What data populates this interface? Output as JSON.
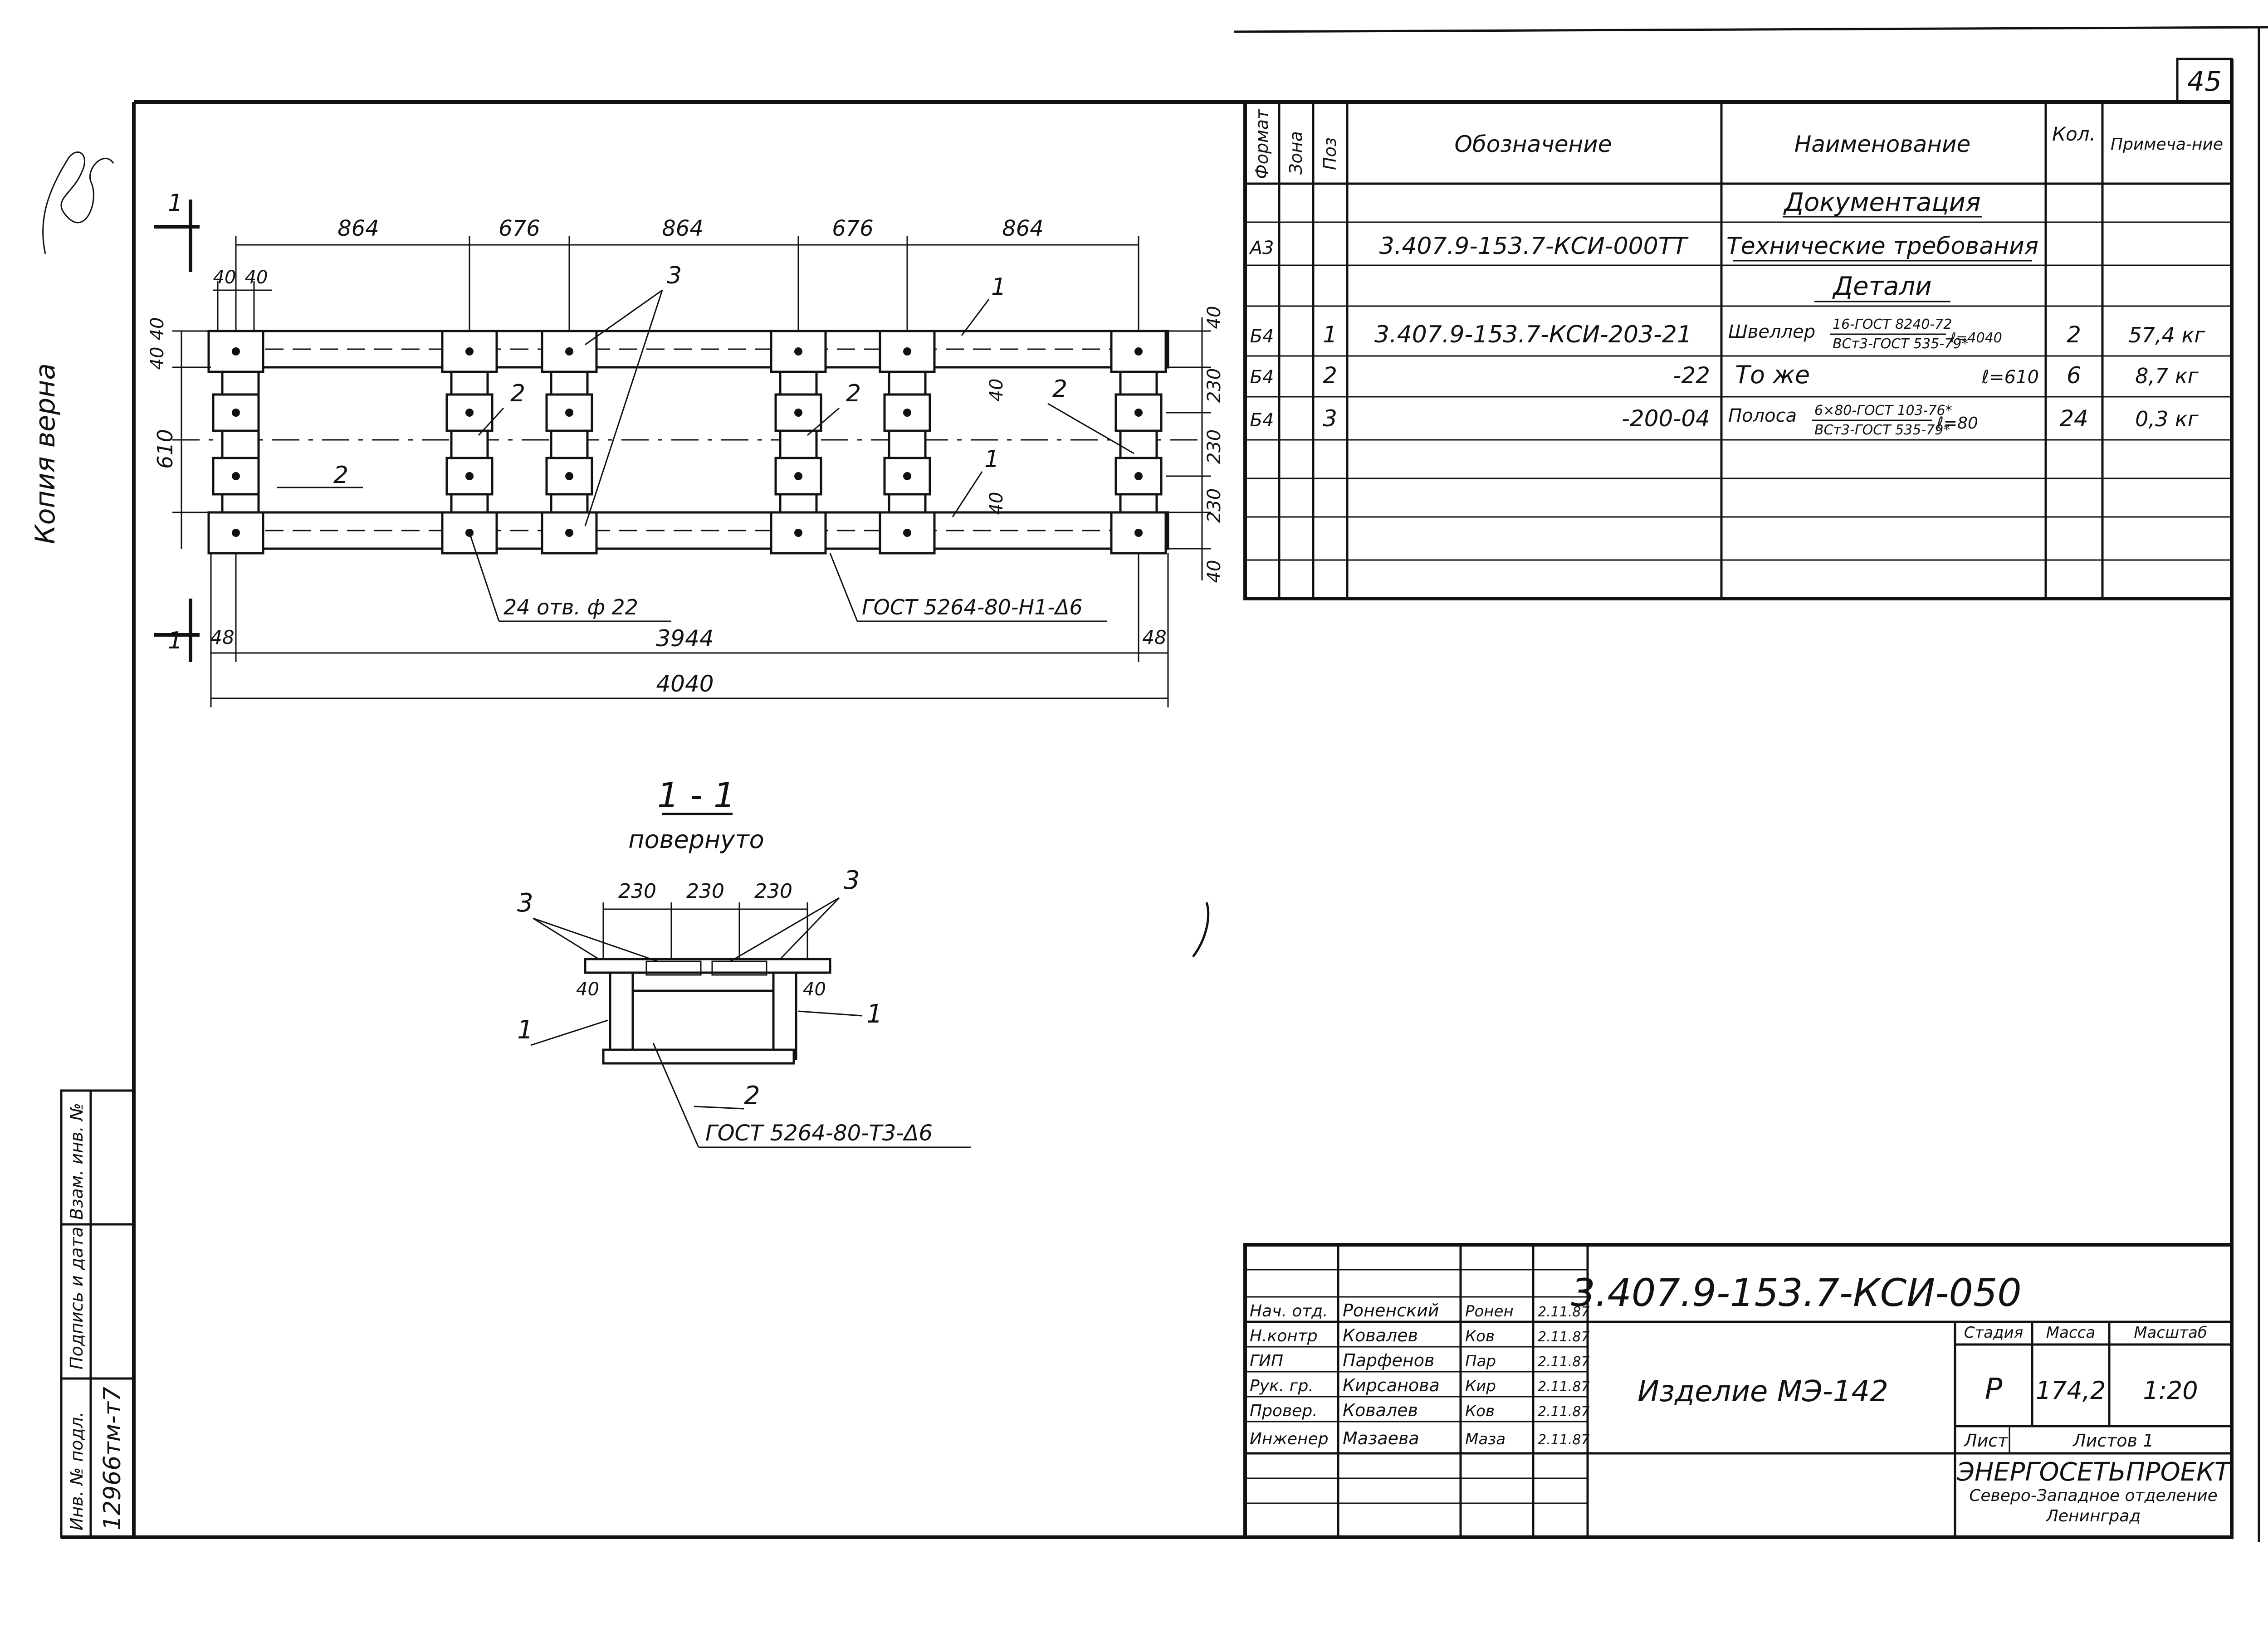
{
  "sheet": {
    "number": "45"
  },
  "margin": {
    "copy_stamp": "Копия верна",
    "side_labels": [
      "Инв. № подл.",
      "Подпись и дата",
      "Взам. инв. №"
    ],
    "inventory_number": "12966тм-т7"
  },
  "drawing": {
    "top_dims": [
      "864",
      "676",
      "864",
      "676",
      "864"
    ],
    "top_small": [
      "40",
      "40"
    ],
    "left_dims": [
      "40",
      "40",
      "610"
    ],
    "right_dims": [
      "40",
      "230",
      "230",
      "230",
      "40"
    ],
    "inner_dims": [
      "40",
      "40"
    ],
    "bottom_dims": [
      "48",
      "3944",
      "48",
      "4040"
    ],
    "section_mark": "1",
    "callouts": {
      "c3": "3",
      "c1": "1",
      "c2": "2"
    },
    "holes_note": "24 отв. ф 22",
    "weld_note": "ГОСТ 5264-80-Н1-Δ6"
  },
  "section": {
    "title": "1 - 1",
    "subtitle": "повернуто",
    "dims": [
      "230",
      "230",
      "230"
    ],
    "side_dims": [
      "40",
      "40"
    ],
    "callouts": {
      "c3": "3",
      "c1": "1",
      "c2": "2"
    },
    "weld_note": "ГОСТ 5264-80-Т3-Δ6"
  },
  "spec": {
    "headers": {
      "format": "Формат",
      "zone": "Зона",
      "pos": "Поз",
      "designation": "Обозначение",
      "name": "Наименование",
      "qty": "Кол.",
      "note": "Примеча-ние"
    },
    "sections": {
      "docs": "Документация",
      "details": "Детали"
    },
    "rows": [
      {
        "format": "А3",
        "zone": "",
        "pos": "",
        "designation": "3.407.9-153.7-КСИ-000ТТ",
        "name": "Технические требования",
        "qty": "",
        "note": ""
      },
      {
        "format": "Б4",
        "zone": "",
        "pos": "1",
        "designation": "3.407.9-153.7-КСИ-203-21",
        "name": "Швеллер",
        "name_top": "16-ГОСТ 8240-72",
        "name_bottom": "ВСт3-ГОСТ 535-79*",
        "name_len": "ℓ=4040",
        "qty": "2",
        "note": "57,4 кг"
      },
      {
        "format": "Б4",
        "zone": "",
        "pos": "2",
        "designation": "-22",
        "name": "То же",
        "name_len": "ℓ=610",
        "qty": "6",
        "note": "8,7 кг"
      },
      {
        "format": "Б4",
        "zone": "",
        "pos": "3",
        "designation": "-200-04",
        "name": "Полоса",
        "name_top": "6×80-ГОСТ 103-76*",
        "name_bottom": "ВСт3-ГОСТ 535-79*",
        "name_len": "ℓ=80",
        "qty": "24",
        "note": "0,3 кг"
      }
    ]
  },
  "title_block": {
    "code": "3.407.9-153.7-КСИ-050",
    "product": "Изделие МЭ-142",
    "stage_label": "Стадия",
    "mass_label": "Масса",
    "scale_label": "Масштаб",
    "stage": "Р",
    "mass": "174,2",
    "scale": "1:20",
    "sheet_label": "Лист",
    "sheets_label": "Листов 1",
    "org": "ЭНЕРГОСЕТЬПРОЕКТ",
    "org_sub1": "Северо-Западное отделение",
    "org_sub2": "Ленинград",
    "people": [
      {
        "role": "Нач. отд.",
        "name": "Роненский",
        "sign": "Ронен",
        "date": "2.11.87"
      },
      {
        "role": "Н.контр",
        "name": "Ковалев",
        "sign": "Ков",
        "date": "2.11.87"
      },
      {
        "role": "ГИП",
        "name": "Парфенов",
        "sign": "Пар",
        "date": "2.11.87"
      },
      {
        "role": "Рук. гр.",
        "name": "Кирсанова",
        "sign": "Кир",
        "date": "2.11.87"
      },
      {
        "role": "Провер.",
        "name": "Ковалев",
        "sign": "Ков",
        "date": "2.11.87"
      },
      {
        "role": "Инженер",
        "name": "Мазаева",
        "sign": "Маза",
        "date": "2.11.87"
      }
    ]
  }
}
